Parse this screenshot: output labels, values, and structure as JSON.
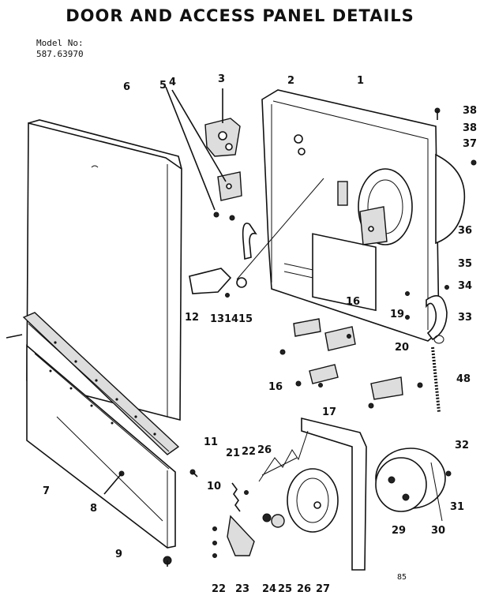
{
  "title": "DOOR AND ACCESS PANEL DETAILS",
  "model": {
    "label": "Model No:",
    "number": "587.63970"
  },
  "page_code": "85",
  "callouts": [
    {
      "id": "1",
      "text": "1"
    },
    {
      "id": "2",
      "text": "2"
    },
    {
      "id": "3",
      "text": "3"
    },
    {
      "id": "4",
      "text": "4"
    },
    {
      "id": "5",
      "text": "5"
    },
    {
      "id": "6",
      "text": "6"
    },
    {
      "id": "7",
      "text": "7"
    },
    {
      "id": "8",
      "text": "8"
    },
    {
      "id": "9",
      "text": "9"
    },
    {
      "id": "10",
      "text": "10"
    },
    {
      "id": "11",
      "text": "11"
    },
    {
      "id": "12",
      "text": "12"
    },
    {
      "id": "13",
      "text": "13"
    },
    {
      "id": "14",
      "text": "14"
    },
    {
      "id": "15",
      "text": "15"
    },
    {
      "id": "16a",
      "text": "16"
    },
    {
      "id": "16b",
      "text": "16"
    },
    {
      "id": "17",
      "text": "17"
    },
    {
      "id": "19",
      "text": "19"
    },
    {
      "id": "20",
      "text": "20"
    },
    {
      "id": "21",
      "text": "21"
    },
    {
      "id": "22a",
      "text": "22"
    },
    {
      "id": "22b",
      "text": "22"
    },
    {
      "id": "23",
      "text": "23"
    },
    {
      "id": "24",
      "text": "24"
    },
    {
      "id": "25",
      "text": "25"
    },
    {
      "id": "26a",
      "text": "26"
    },
    {
      "id": "26b",
      "text": "26"
    },
    {
      "id": "27",
      "text": "27"
    },
    {
      "id": "29",
      "text": "29"
    },
    {
      "id": "30",
      "text": "30"
    },
    {
      "id": "31",
      "text": "31"
    },
    {
      "id": "32",
      "text": "32"
    },
    {
      "id": "33",
      "text": "33"
    },
    {
      "id": "34",
      "text": "34"
    },
    {
      "id": "35",
      "text": "35"
    },
    {
      "id": "36",
      "text": "36"
    },
    {
      "id": "37",
      "text": "37"
    },
    {
      "id": "38a",
      "text": "38"
    },
    {
      "id": "38b",
      "text": "38"
    },
    {
      "id": "48",
      "text": "48"
    }
  ]
}
